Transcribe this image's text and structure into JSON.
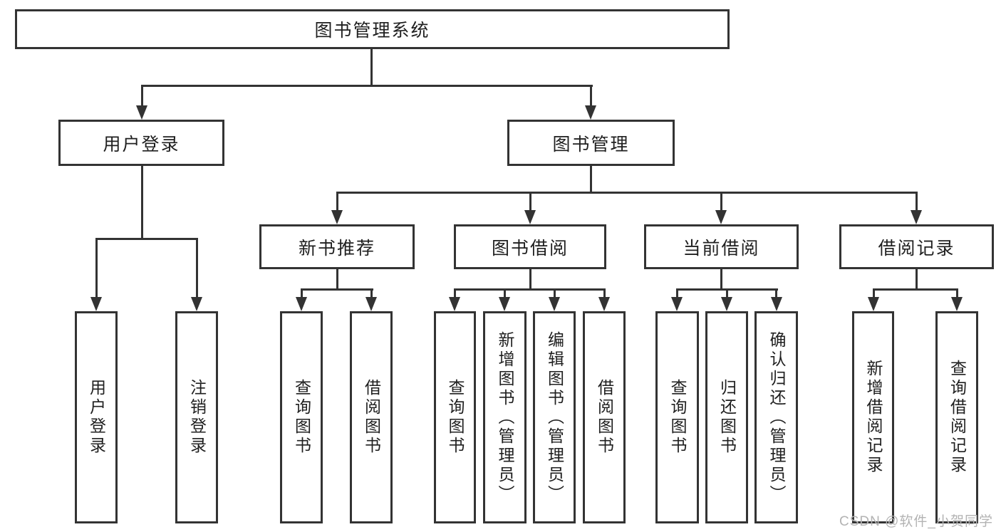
{
  "diagram": {
    "title": "图书管理系统",
    "nodes": {
      "root": "图书管理系统",
      "user_login": "用户登录",
      "book_mgmt": "图书管理",
      "new_book_rec": "新书推荐",
      "book_borrow": "图书借阅",
      "current_borrow": "当前借阅",
      "borrow_record": "借阅记录",
      "leaf_user_login": "用户登录",
      "leaf_logout": "注销登录",
      "leaf_nbr_query_book": "查询图书",
      "leaf_nbr_borrow_book": "借阅图书",
      "leaf_bb_query_book": "查询图书",
      "leaf_bb_add_book_admin": "新增图书（管理员）",
      "leaf_bb_edit_book_admin": "编辑图书（管理员）",
      "leaf_bb_borrow_book": "借阅图书",
      "leaf_cb_query_book": "查询图书",
      "leaf_cb_return_book": "归还图书",
      "leaf_cb_confirm_return_admin": "确认归还（管理员）",
      "leaf_br_add_record": "新增借阅记录",
      "leaf_br_query_record": "查询借阅记录"
    },
    "colors": {
      "line": "#333333",
      "text": "#1f1f1f",
      "background": "#ffffff",
      "watermark": "#b3b3b3"
    },
    "watermark": "CSDN @软件_小贺同学"
  }
}
